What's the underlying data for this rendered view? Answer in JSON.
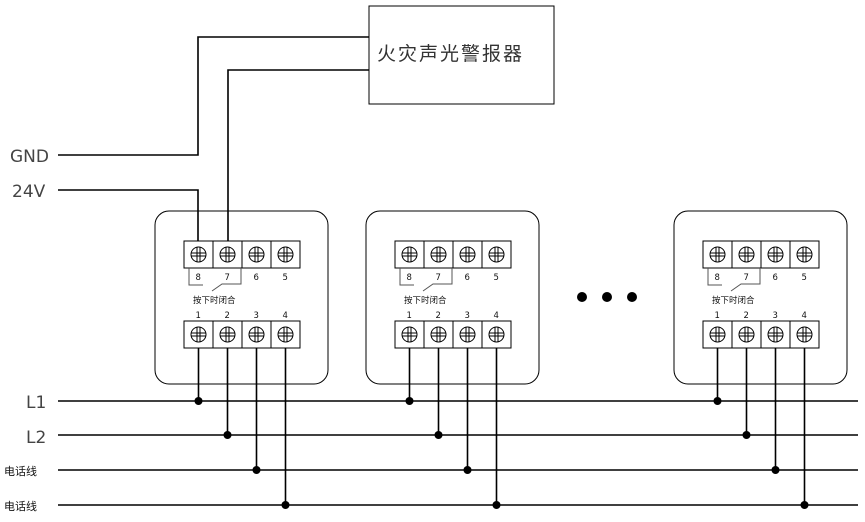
{
  "alarm": {
    "label": "火灾声光警报器"
  },
  "inputs": [
    {
      "id": "gnd",
      "label": "GND"
    },
    {
      "id": "v24",
      "label": "24V"
    }
  ],
  "buses": [
    {
      "id": "l1",
      "label": "L1",
      "terminal": 1
    },
    {
      "id": "l2",
      "label": "L2",
      "terminal": 2
    },
    {
      "id": "tel1",
      "label": "电话线",
      "terminal": 3
    },
    {
      "id": "tel2",
      "label": "电话线",
      "terminal": 4
    }
  ],
  "module": {
    "top_terminals": [
      "8",
      "7",
      "6",
      "5"
    ],
    "bottom_terminals": [
      "1",
      "2",
      "3",
      "4"
    ],
    "switch_note": "按下时闭合"
  },
  "modules": [
    {
      "id": "module-1"
    },
    {
      "id": "module-2"
    },
    {
      "id": "module-n"
    }
  ],
  "ellipsis": "more modules omitted"
}
